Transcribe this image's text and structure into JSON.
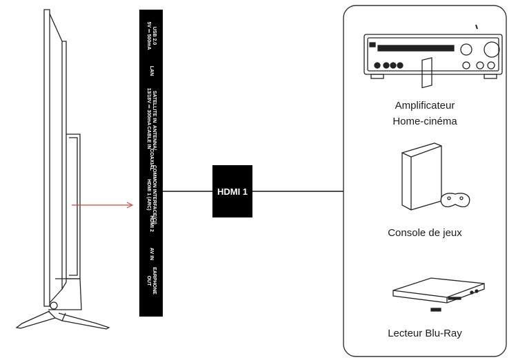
{
  "panel": {
    "ports": [
      "USB 2.0\n5V ⎓ 500mA",
      "LAN",
      "SATELLITE IN\n13/18V ⎓ 300mA",
      "ANTENNA/\nCABLE IN",
      "COAXIAL",
      "COMMON INTERFACE(CI)\nHDMI 1 (ARC)",
      "HDMI 2",
      "AV IN",
      "EARPHONE\nOUT"
    ]
  },
  "connector": {
    "label": "HDMI 1"
  },
  "devices": [
    {
      "label": "Amplificateur\nHome-cinéma",
      "icon": "amplifier-icon"
    },
    {
      "label": "Console de jeux",
      "icon": "game-console-icon"
    },
    {
      "label": "Lecteur Blu-Ray",
      "icon": "bluray-player-icon"
    }
  ],
  "colors": {
    "arrow": "#d9453a",
    "panel": "#000000",
    "box_outline": "#333333"
  }
}
